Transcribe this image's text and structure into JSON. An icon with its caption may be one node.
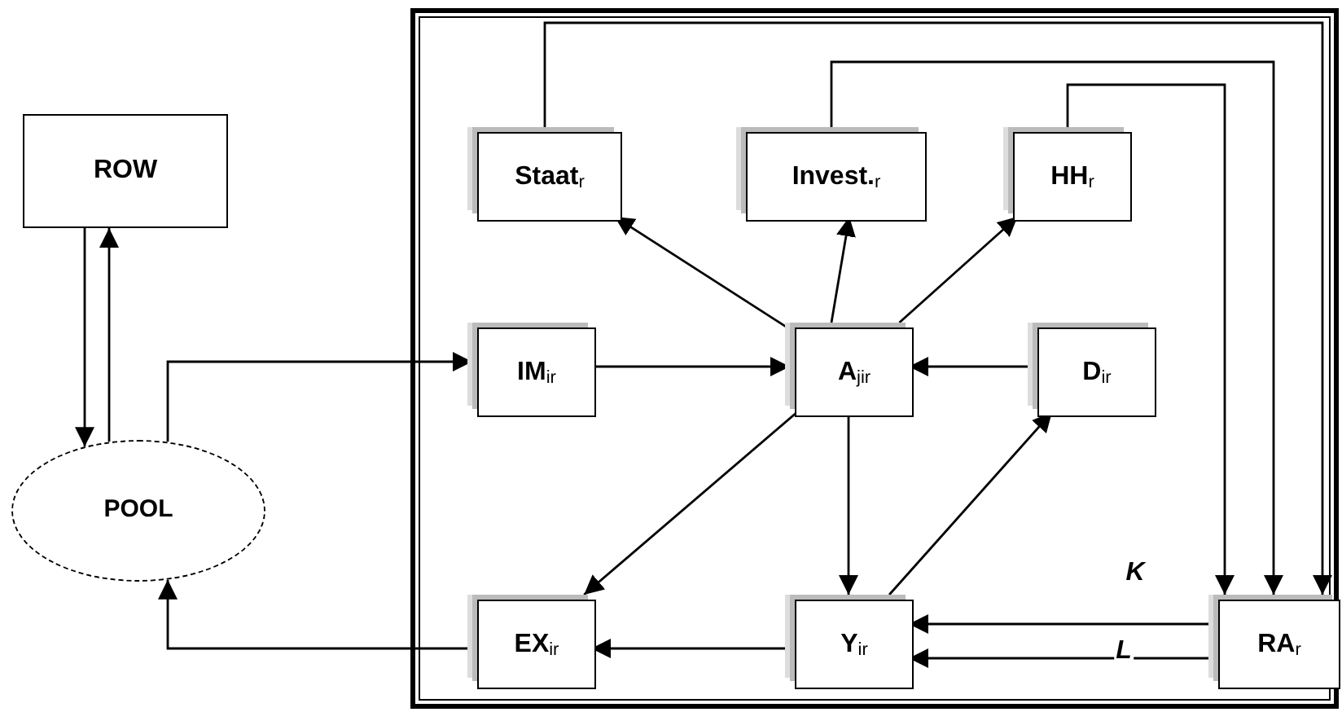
{
  "diagram": {
    "nodes": [
      {
        "text": [
          "ROW"
        ]
      },
      {
        "text": [
          "POOL"
        ]
      },
      {
        "text": [],
        "shape": "box"
      },
      {
        "text": [
          "Staat$_{r}$"
        ],
        "in": 2
      },
      {
        "text": [
          "Invest.$_{r}$"
        ],
        "in": 2
      },
      {
        "text": [
          "HH$_{r}$"
        ],
        "in": 2
      },
      {
        "text": [
          "IM$_{ir}$"
        ],
        "in": 2
      },
      {
        "text": [
          "A$_{jir}$"
        ],
        "in": 2
      },
      {
        "text": [
          "D$_{ir}$"
        ],
        "in": 2
      },
      {
        "text": [
          "EX$_{ir}$"
        ],
        "in": 2
      },
      {
        "text": [
          "Y$_{ir}$"
        ],
        "in": 2
      },
      {
        "text": [
          "RA$_{r}$"
        ],
        "in": 2
      }
    ],
    "edges": [
      {
        "from": 0,
        "to": 1,
        "arrow": "to"
      },
      {
        "from": 1,
        "to": 0,
        "arrow": "to"
      },
      {
        "from": 1,
        "to": 6,
        "arrow": "to"
      },
      {
        "from": 9,
        "to": 1,
        "arrow": "to"
      },
      {
        "from": 6,
        "to": 7,
        "arrow": "to"
      },
      {
        "from": 8,
        "to": 7,
        "arrow": "to"
      },
      {
        "from": 7,
        "to": 3,
        "arrow": "to"
      },
      {
        "from": 7,
        "to": 4,
        "arrow": "to"
      },
      {
        "from": 7,
        "to": 5,
        "arrow": "to"
      },
      {
        "from": 7,
        "to": 9,
        "arrow": "to"
      },
      {
        "from": 7,
        "to": 10,
        "arrow": "to"
      },
      {
        "from": 10,
        "to": 8,
        "arrow": "to"
      },
      {
        "from": 10,
        "to": 9,
        "arrow": "to"
      },
      {
        "from": 11,
        "to": 10,
        "arrow": "to",
        "label": "K"
      },
      {
        "from": 11,
        "to": 10,
        "arrow": "to",
        "label": "L"
      },
      {
        "from": 3,
        "to": 11,
        "arrow": "to"
      },
      {
        "from": 4,
        "to": 11,
        "arrow": "to"
      },
      {
        "from": 5,
        "to": 11,
        "arrow": "to"
      }
    ]
  }
}
